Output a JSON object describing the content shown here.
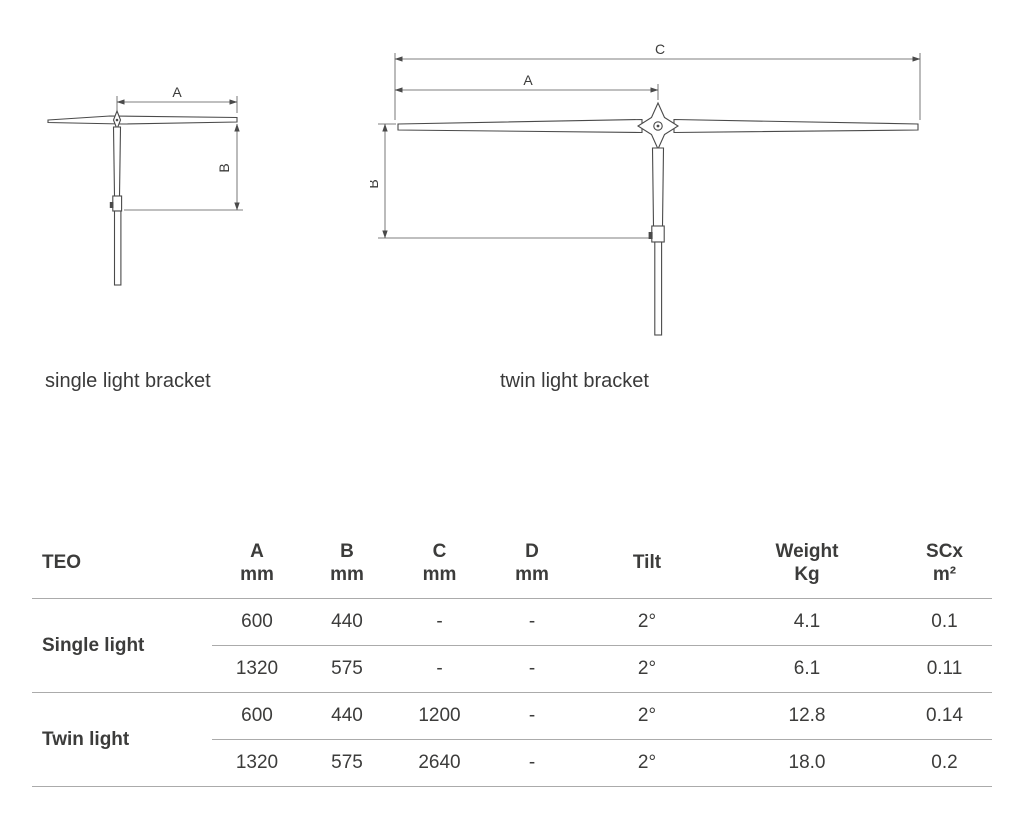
{
  "colors": {
    "text": "#3c3c3b",
    "drawing_line": "#4a4a4a",
    "table_border": "#ababab",
    "background": "#ffffff"
  },
  "drawings": {
    "single": {
      "caption": "single light bracket",
      "labels": {
        "a": "A",
        "b": "B"
      }
    },
    "twin": {
      "caption": "twin light bracket",
      "labels": {
        "a": "A",
        "b": "B",
        "c": "C"
      }
    }
  },
  "table": {
    "headers": [
      {
        "line1": "TEO",
        "line2": ""
      },
      {
        "line1": "A",
        "line2": "mm"
      },
      {
        "line1": "B",
        "line2": "mm"
      },
      {
        "line1": "C",
        "line2": "mm"
      },
      {
        "line1": "D",
        "line2": "mm"
      },
      {
        "line1": "Tilt",
        "line2": ""
      },
      {
        "line1": "Weight",
        "line2": "Kg"
      },
      {
        "line1": "SCx",
        "line2": "m²"
      }
    ],
    "groups": [
      {
        "label": "Single light",
        "rows": [
          [
            "600",
            "440",
            "-",
            "-",
            "2°",
            "4.1",
            "0.1"
          ],
          [
            "1320",
            "575",
            "-",
            "-",
            "2°",
            "6.1",
            "0.11"
          ]
        ]
      },
      {
        "label": "Twin light",
        "rows": [
          [
            "600",
            "440",
            "1200",
            "-",
            "2°",
            "12.8",
            "0.14"
          ],
          [
            "1320",
            "575",
            "2640",
            "-",
            "2°",
            "18.0",
            "0.2"
          ]
        ]
      }
    ]
  }
}
